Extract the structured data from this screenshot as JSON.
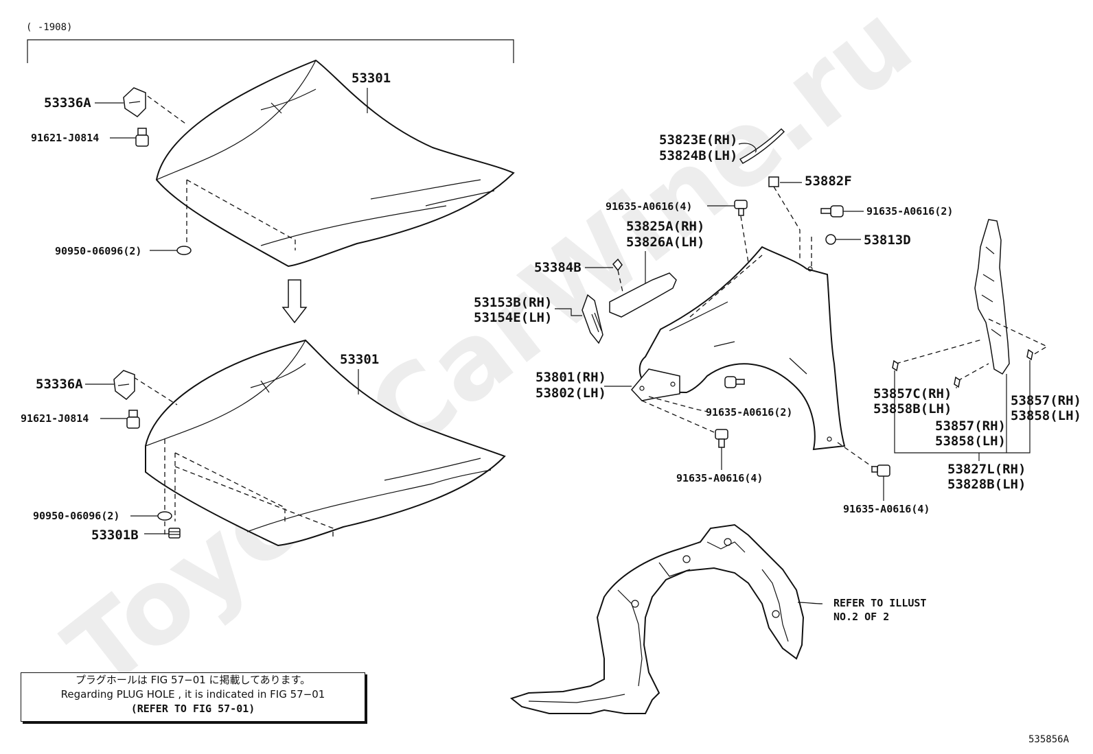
{
  "range_note": "(     -1908)",
  "labels": {
    "hood_a": "53301",
    "hood_b": "53301",
    "hinge_a": "53336A",
    "hinge_b": "53336A",
    "bolt_a": "91621-J0814",
    "bolt_b": "91621-J0814",
    "plug_a": "90950-06096(2)",
    "plug_b": "90950-06096(2)",
    "cushion": "53301B",
    "seal_rh": "53823E(RH)",
    "seal_lh": "53824B(LH)",
    "clip_882f": "53882F",
    "bolt_top_4": "91635-A0616(4)",
    "bolt_top_2": "91635-A0616(2)",
    "nut_813d": "53813D",
    "bracket_rh": "53825A(RH)",
    "bracket_lh": "53826A(LH)",
    "clip_384b": "53384B",
    "guide_rh": "53153B(RH)",
    "guide_lh": "53154E(LH)",
    "fender_rh": "53801(RH)",
    "fender_lh": "53802(LH)",
    "bolt_mid_2": "91635-A0616(2)",
    "bolt_low_4": "91635-A0616(4)",
    "bolt_rear_4": "91635-A0616(4)",
    "seal_c_rh": "53857C(RH)",
    "seal_b_lh": "53858B(LH)",
    "seal_rh_a": "53857(RH)",
    "seal_lh_a": "53858(LH)",
    "seal_rh_b": "53857(RH)",
    "seal_lh_b": "53858(LH)",
    "set_rh": "53827L(RH)",
    "set_lh": "53828B(LH)",
    "refer_1": "REFER TO ILLUST",
    "refer_2": "NO.2 OF 2"
  },
  "note": {
    "line_jp": "プラグホールは FIG 57−01 に掲載してあります。",
    "line_en": "Regarding  PLUG  HOLE , it is indicated in  FIG  57−01",
    "line_ref": "(REFER TO FIG 57-01)"
  },
  "watermark": "ToyotaCarWine.ru",
  "figure_id": "535856A"
}
